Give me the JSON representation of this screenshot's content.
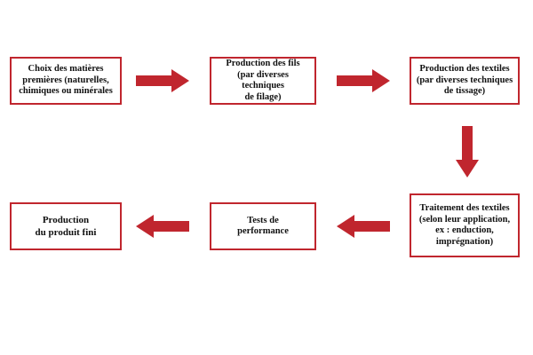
{
  "diagram": {
    "accent_color": "#c0262e",
    "steps": [
      {
        "id": "b1",
        "text": "Choix des matières\npremières (naturelles,\nchimiques ou minérales"
      },
      {
        "id": "b2",
        "text": "Production des fils\n(par diverses techniques\nde filage)"
      },
      {
        "id": "b3",
        "text": "Production des textiles\n(par diverses techniques\nde tissage)"
      },
      {
        "id": "b4",
        "text": "Traitement des textiles\n(selon leur application,\nex : enduction,\nimprégnation)"
      },
      {
        "id": "b5",
        "text": "Tests de\nperformance"
      },
      {
        "id": "b6",
        "text": "Production\ndu produit fini"
      }
    ]
  }
}
